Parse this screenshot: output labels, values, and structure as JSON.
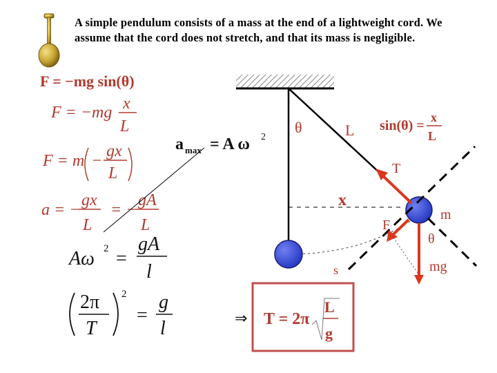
{
  "intro_text": "A simple pendulum consists of a mass at the end of a lightweight cord. We assume that the cord does not stretch, and that its mass is negligible.",
  "formulas": {
    "force_sin": "F = −mg sin(θ)",
    "force_small": [
      "F = −mg",
      "x",
      "L"
    ],
    "force_m": [
      "F = m",
      "−",
      "gx",
      "L"
    ],
    "accel": [
      "a = −",
      "gx",
      "L",
      "= −",
      "gA",
      "L"
    ],
    "a_max": [
      "a",
      "max",
      "= A ω",
      "2"
    ],
    "aw2": [
      "Aω",
      "2",
      "=",
      "gA",
      "l"
    ],
    "omega_eq": [
      "2π",
      "T",
      "2",
      "=",
      "g",
      "l"
    ],
    "sin_theta": [
      "sin(θ) =",
      "x",
      "L"
    ],
    "period": [
      "⇒",
      "T = 2π",
      "L",
      "g"
    ]
  },
  "diagram_labels": {
    "theta_top": "θ",
    "length": "L",
    "tension": "T",
    "displacement": "x",
    "mass": "m",
    "force": "F",
    "theta_bob": "θ",
    "weight": "mg",
    "arc": "s"
  },
  "colors": {
    "bob_blue": "#3a4fd8",
    "formula_red": "#b03a2e",
    "arrow_red": "#d9381e",
    "period_box": "#c0504d"
  },
  "icons": [
    "pendulum-icon"
  ]
}
